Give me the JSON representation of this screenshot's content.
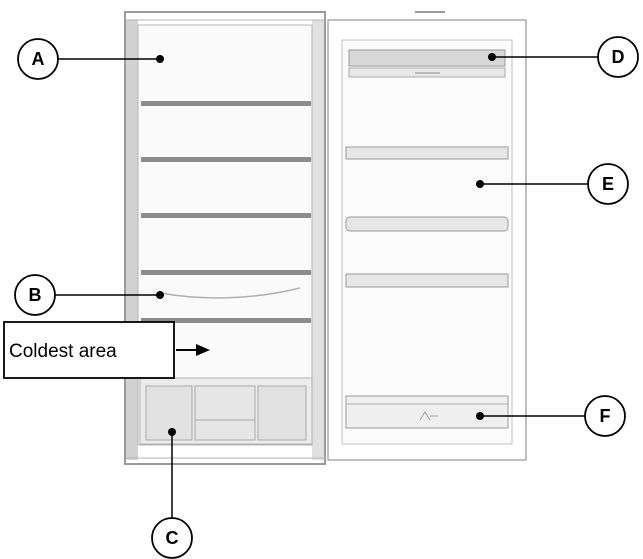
{
  "callouts": {
    "a": "A",
    "b": "B",
    "c": "C",
    "d": "D",
    "e": "E",
    "f": "F"
  },
  "coldest_label": "Coldest area",
  "colors": {
    "outline": "#000000",
    "cabinet_wall": "#e3e3e3",
    "shelf": "#8c8c8c",
    "door_panel": "#f4f4f4"
  }
}
